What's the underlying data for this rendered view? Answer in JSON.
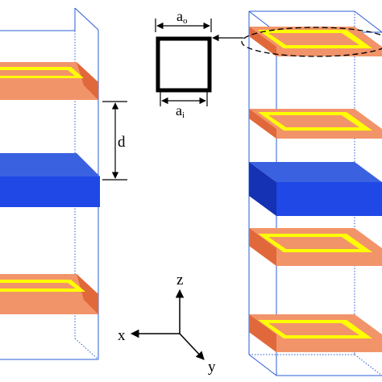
{
  "labels": {
    "ao_main": "a",
    "ao_sub": "o",
    "ai_main": "a",
    "ai_sub": "i",
    "d": "d",
    "z": "z",
    "x": "x",
    "y": "y"
  },
  "colors": {
    "box_edge": "#2a5cd6",
    "resonator_top": "#f2946a",
    "resonator_side": "#e1683a",
    "ring_yellow": "#ffff00",
    "slab_top": "#3a62e0",
    "slab_front": "#1f48e6",
    "slab_side": "#1531b4",
    "ink": "#000000"
  }
}
